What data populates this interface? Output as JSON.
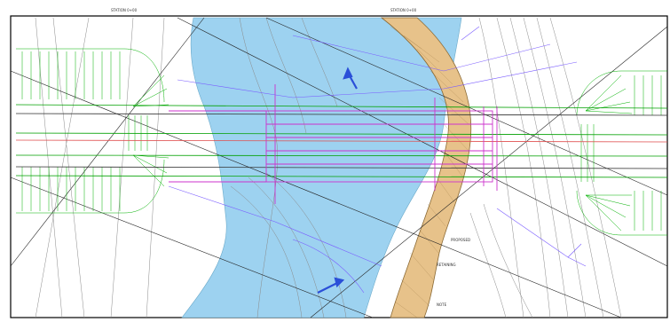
{
  "sheet": {
    "top_labels": [
      "STATION 0+00",
      "STATION 0+00"
    ],
    "left_label": "",
    "colors": {
      "water": "#9dd2f0",
      "bank": "#e7c28a",
      "hatch": "#00b000",
      "road": "#cc33cc",
      "utility": "#7a5cff",
      "red_line": "#e05050",
      "flow_arrow": "#2a4fd8"
    },
    "annotations": {
      "note_right_a": "PROPOSED",
      "note_right_b": "RETAINING",
      "note_bottom": "NOTE"
    }
  }
}
